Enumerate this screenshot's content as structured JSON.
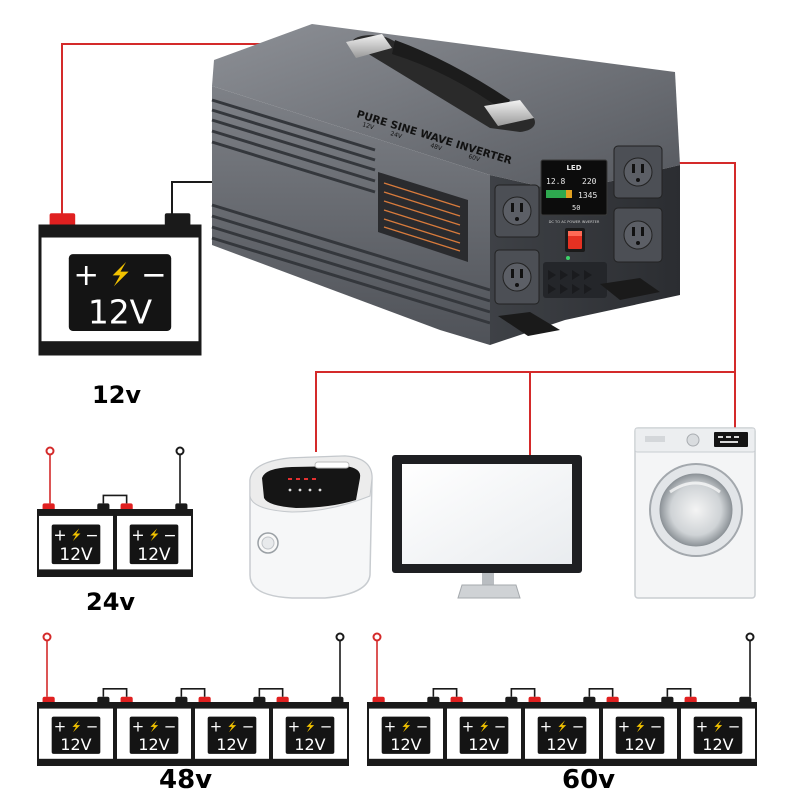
{
  "inverter": {
    "top_label": "PURE SINE WAVE INVERTER",
    "voltage_marks": [
      "12V",
      "24V",
      "48V",
      "60V"
    ],
    "panel_title": "LED",
    "readings": [
      "12.8",
      "220",
      "1345",
      "50"
    ],
    "panel_caption": "DC TO AC POWER INVERTER"
  },
  "battery_label": {
    "plus": "+",
    "minus": "−",
    "voltage": "12V"
  },
  "configs": {
    "v12": {
      "label": "12v",
      "battery_count": 1
    },
    "v24": {
      "label": "24v",
      "battery_count": 2
    },
    "v48": {
      "label": "48v",
      "battery_count": 4
    },
    "v60": {
      "label": "60v",
      "battery_count": 5
    }
  },
  "appliances": [
    "rice-cooker",
    "monitor",
    "washing-machine"
  ],
  "colors": {
    "wire_red": "#d42a2a",
    "wire_black": "#1a1a1a",
    "terminal_red": "#e02020",
    "label_bg": "#141414",
    "bolt": "#f2c200",
    "inverter_body": "#6d7076"
  }
}
